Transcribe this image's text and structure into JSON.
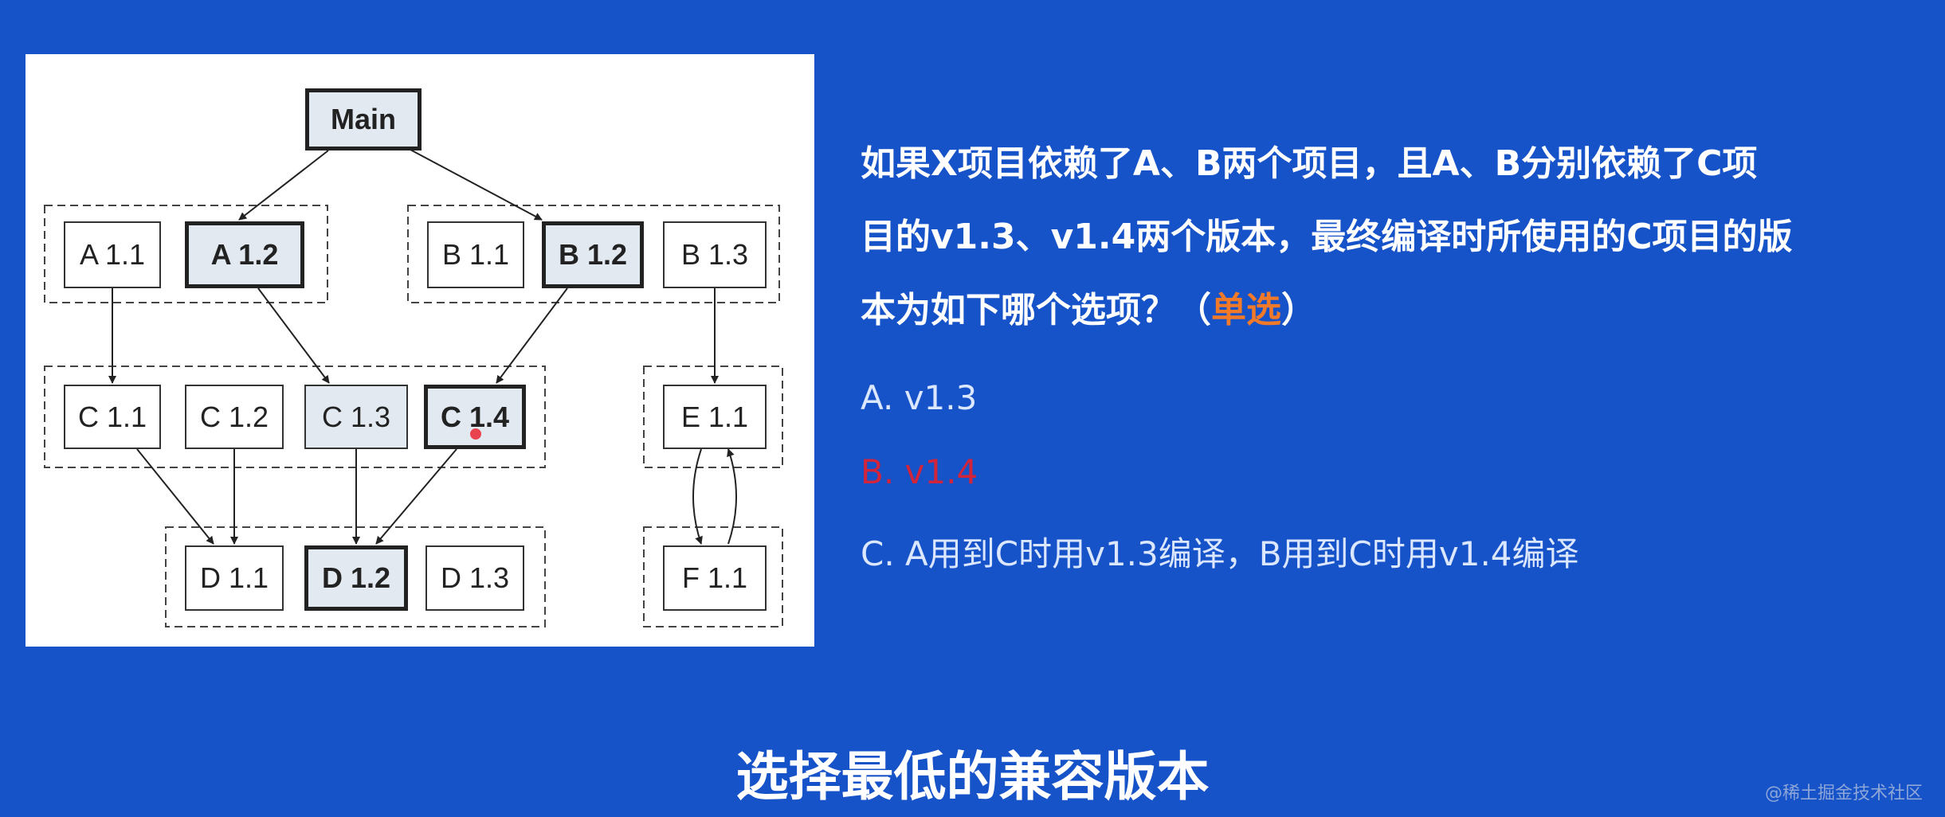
{
  "diagram": {
    "nodes": {
      "main": "Main",
      "a11": "A 1.1",
      "a12": "A 1.2",
      "b11": "B 1.1",
      "b12": "B 1.2",
      "b13": "B 1.3",
      "c11": "C 1.1",
      "c12": "C 1.2",
      "c13": "C 1.3",
      "c14": "C 1.4",
      "e11": "E 1.1",
      "d11": "D 1.1",
      "d12": "D 1.2",
      "d13": "D 1.3",
      "f11": "F 1.1"
    }
  },
  "question": {
    "line1": "如果X项目依赖了A、B两个项目，且A、B分别依赖了C项",
    "line2": "目的v1.3、v1.4两个版本，最终编译时所使用的C项目的版",
    "line3_prefix": "本为如下哪个选项？（",
    "line3_tag": "单选",
    "line3_suffix": "）"
  },
  "options": {
    "a": "A. v1.3",
    "b": "B. v1.4",
    "c": "C. A用到C时用v1.3编译，B用到C时用v1.4编译"
  },
  "subtitle": "选择最低的兼容版本",
  "watermark": "@稀土掘金技术社区",
  "colors": {
    "background": "#1652c8",
    "highlight": "#f07a2a",
    "correct_option": "#d2243a"
  }
}
